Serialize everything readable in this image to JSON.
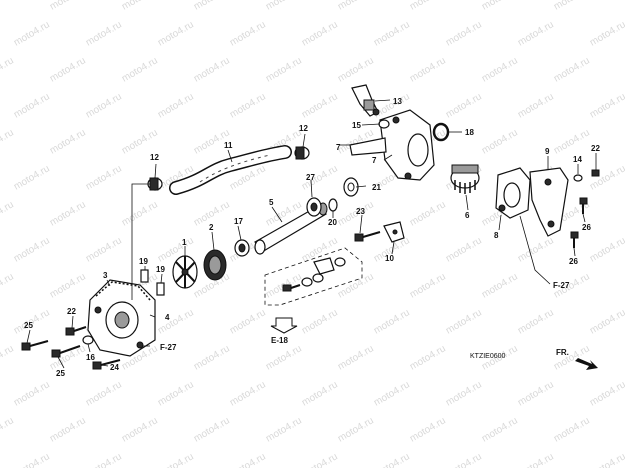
{
  "diagram": {
    "code": "KTZIE0600"
  },
  "refs": {
    "f27": "F-27",
    "e18": "E-18",
    "fr": "FR."
  },
  "callouts": {
    "c1": "1",
    "c2": "2",
    "c3": "3",
    "c4": "4",
    "c5": "5",
    "c6": "6",
    "c7": "7",
    "c8": "8",
    "c9": "9",
    "c10": "10",
    "c11": "11",
    "c12": "12",
    "c13": "13",
    "c14": "14",
    "c15": "15",
    "c16": "16",
    "c17": "17",
    "c18": "18",
    "c19": "19",
    "c20": "20",
    "c21": "21",
    "c22": "22",
    "c23": "23",
    "c24": "24",
    "c25": "25",
    "c26": "26",
    "c27": "27"
  },
  "watermark": {
    "text": "moto4.ru",
    "color": "#d9d9d9"
  }
}
